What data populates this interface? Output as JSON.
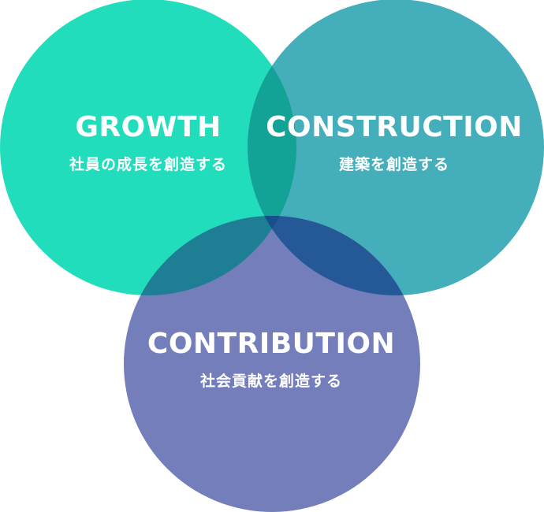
{
  "diagram": {
    "type": "venn",
    "colors": {
      "growth": "#22DDBC",
      "construction": "#45AEBB",
      "contribution": "#737EBB",
      "overlap_growth_construction": "#13A296",
      "overlap_growth_contribution": "#1D7E94",
      "overlap_construction_contribution": "#245896",
      "overlap_all": "#15508A"
    },
    "circles": [
      {
        "id": "growth",
        "title": "GROWTH",
        "subtitle": "社員の成長を創造する"
      },
      {
        "id": "construction",
        "title": "CONSTRUCTION",
        "subtitle": "建築を創造する"
      },
      {
        "id": "contribution",
        "title": "CONTRIBUTION",
        "subtitle": "社会貢献を創造する"
      }
    ]
  }
}
